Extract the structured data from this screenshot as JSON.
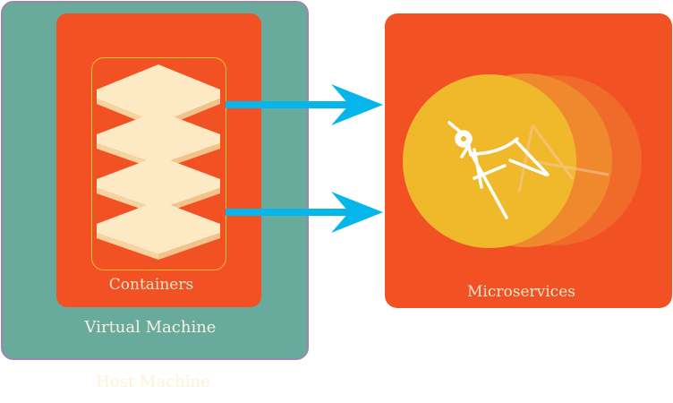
{
  "labels": {
    "containers": "Containers",
    "virtual_machine": "Virtual Machine",
    "host_machine": "Host Machine",
    "microservices": "Microservices"
  },
  "colors": {
    "host_fill": "#68ab9c",
    "host_border": "#9a86b0",
    "vm_fill": "#f25124",
    "container_layer_top": "#fde9c4",
    "container_frame": "#f5c22b",
    "arrow": "#06b6ea",
    "microservices_fill": "#f25124",
    "circle_front": "#f0b92c",
    "circle_mid": "#f0882e",
    "circle_back": "#f06a2a"
  },
  "icons": {
    "containers": "stacked-layers-icon",
    "microservices": "drafting-compass-icon",
    "arrows": "right-arrow-icon"
  }
}
